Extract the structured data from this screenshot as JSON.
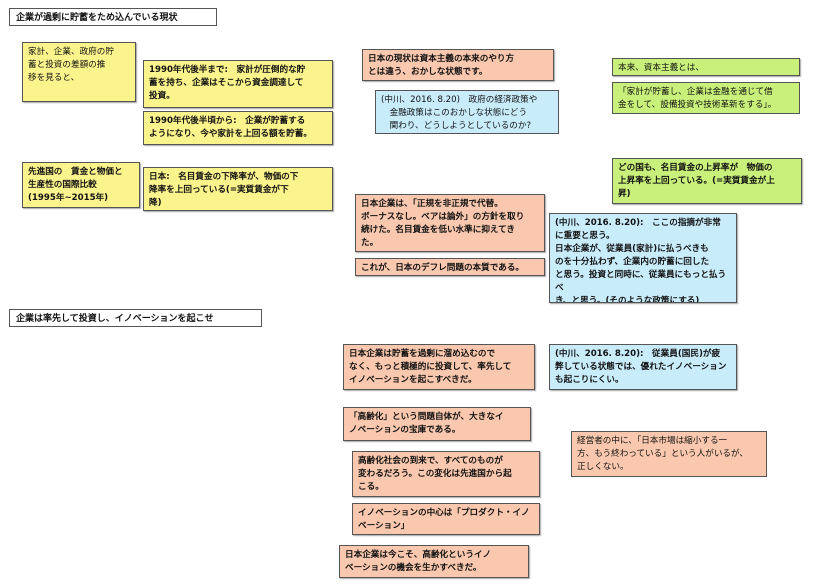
{
  "headings": {
    "section1": "企業が過剰に貯蓄をため込んでいる現状",
    "section2": "企業は率先して投資し、イノベーションを起こせ"
  },
  "notes": {
    "household_diff": "家計、企業、政府の貯\n蓄と投資の差額の推\n移を見ると、",
    "until_late90s": "1990年代後半まで:　家計が圧倒的な貯\n蓄を持ち、企業はそこから資金調達して\n投資。",
    "from_late90s": "1990年代後半頃から:　企業が貯蓄する\nようになり、今や家計を上回る額を貯蓄。",
    "developed_compare": "先進国の　賃金と物価と\n生産性の国際比較\n(1995年~2015年)",
    "japan_wages": "日本:　名目賃金の下降率が、物価の下\n降率を上回っている(=実質賃金が下\n降)",
    "japan_status": "日本の現状は資本主義の本来のやり方\nとは違う、おかしな状態です。",
    "nakagawa_policy": "(中川、2016. 8.20)　政府の経済政策や\n　金融政策はこのおかしな状態にどう\n　関わり、どうしようとしているのか?",
    "capitalism_title": "本来、資本主義とは、",
    "capitalism_def": "「家計が貯蓄し、企業は金融を通じて借\n金をして、設備投資や技術革新をする」。",
    "other_countries": "どの国も、名目賃金の上昇率が　物価の\n上昇率を上回っている。(=実質賃金が上\n昇)",
    "japan_companies": "日本企業は、「正規を非正規で代替。\nボーナスなし。ベアは論外」の方針を取り\n続けた。名目賃金を低い水準に抑えてき\nた。",
    "deflation": "これが、日本のデフレ問題の本質である。",
    "nakagawa_important": "(中川、2016. 8.20):　ここの指摘が非常\nに重要と思う。\n日本企業が、従業員(家計)に払うべきも\nのを十分払わず、企業内の貯蓄に回した\nと思う。投資と同時に、従業員にもっと払うべ\nき、と思う。(そのような政策にする)",
    "invest_more": "日本企業は貯蓄を過剰に溜め込むので\nなく、もっと積極的に投資して、率先して\nイノベーションを起こすべきだ。",
    "nakagawa_exhausted": "(中川、2016. 8.20):　従業員(国民)が疲\n弊している状態では、優れたイノベーション\nも起こりにくい。",
    "aging_treasure": "「高齢化」という問題自体が、大きなイ\nノベーションの宝庫である。",
    "aging_change": "高齢化社会の到来で、すべてのものが\n変わるだろう。この変化は先進国から起\nこる。",
    "product_innovation": "イノベーションの中心は「プロダクト・イノ\nベーション」",
    "manager_comment": "経営者の中に、「日本市場は縮小する一\n方、もう終わっている」という人がいるが、\n正しくない。",
    "seize_aging": "日本企業は今こそ、高齢化というイノ\nベーションの機会を生かすべきだ。"
  },
  "colors": {
    "yellow": "#fbf38c",
    "salmon": "#f9c8ae",
    "green": "#c8f07a",
    "blue": "#c9ecfb"
  }
}
